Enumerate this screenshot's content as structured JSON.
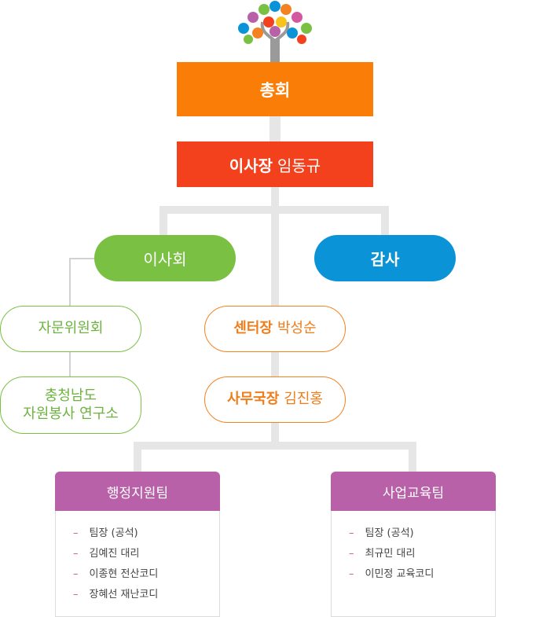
{
  "logo": {
    "name": "tree-logo"
  },
  "general_assembly": {
    "label": "총회",
    "color": "#f97d06"
  },
  "chairman": {
    "title": "이사장",
    "name": "임동규",
    "color": "#f3411e"
  },
  "board": {
    "label": "이사회",
    "color": "#7ac143"
  },
  "auditor": {
    "label": "감사",
    "color": "#0b93d8"
  },
  "advisory": {
    "label": "자문위원회"
  },
  "institute": {
    "line1": "충청남도",
    "line2": "자원봉사 연구소"
  },
  "center_director": {
    "title": "센터장",
    "name": "박성순"
  },
  "secretary_general": {
    "title": "사무국장",
    "name": "김진홍"
  },
  "teams": [
    {
      "title": "행정지원팀",
      "members": [
        "팀장 (공석)",
        "김예진 대리",
        "이종현 전산코디",
        "장혜선 재난코디"
      ]
    },
    {
      "title": "사업교육팀",
      "members": [
        "팀장 (공석)",
        "최규민 대리",
        "이민정 교육코디"
      ]
    }
  ],
  "colors": {
    "team_header": "#b860a8",
    "connector": "#e6e6e6",
    "dash": "#d4589f"
  }
}
